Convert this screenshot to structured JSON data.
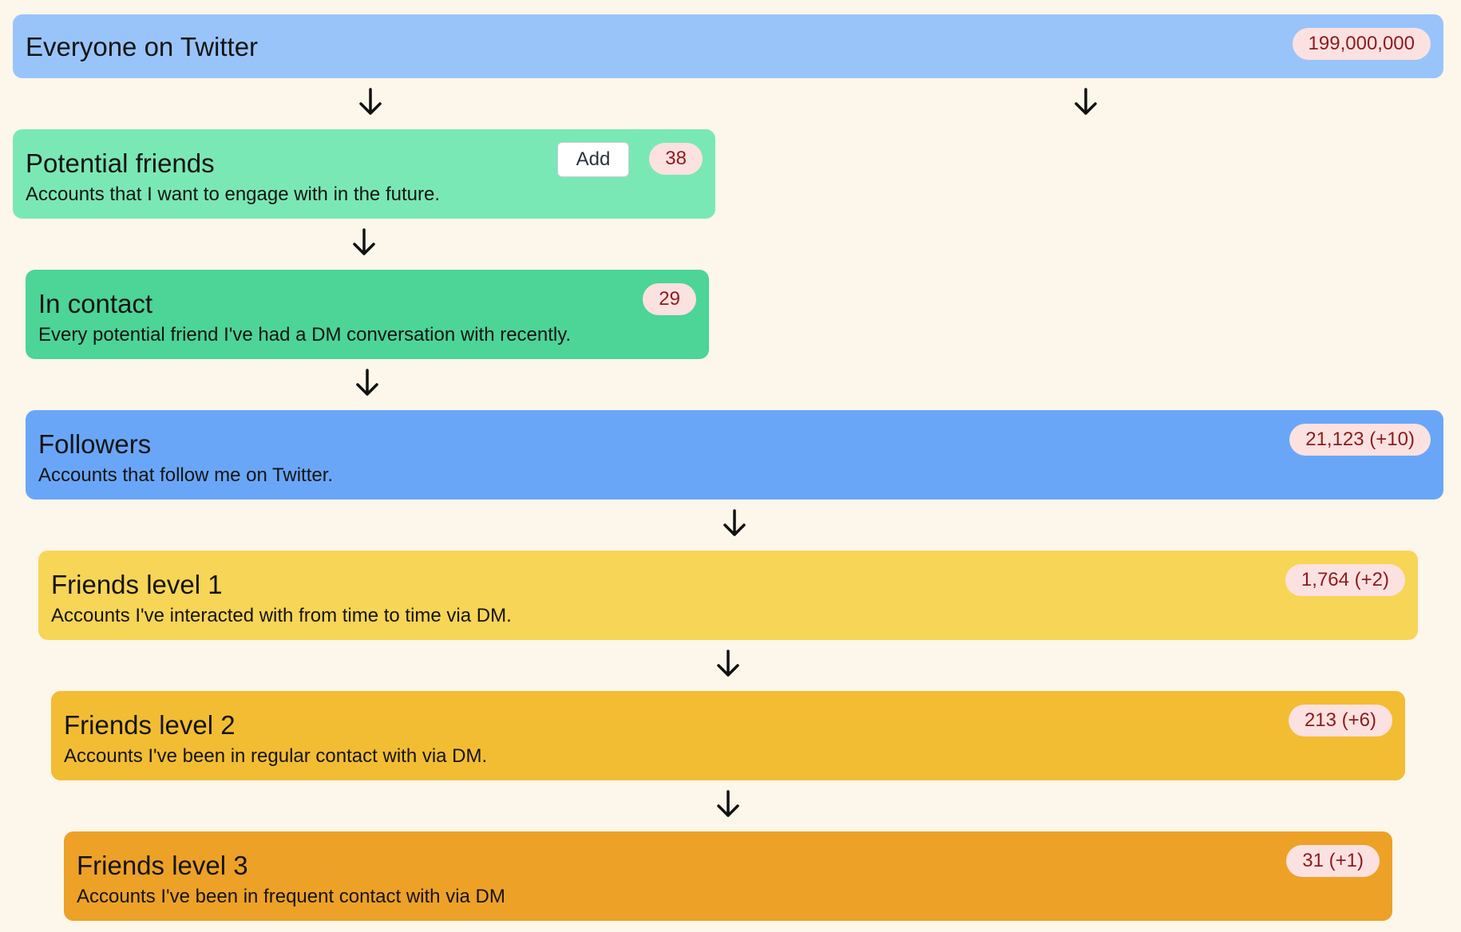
{
  "stages": {
    "everyone": {
      "title": "Everyone on Twitter",
      "count": "199,000,000",
      "color": "#99c4fa"
    },
    "potential_friends": {
      "title": "Potential friends",
      "description": "Accounts that I want to engage with in the future.",
      "count": "38",
      "add_label": "Add",
      "color": "#7ae8b5"
    },
    "in_contact": {
      "title": "In contact",
      "description": "Every potential friend I've had a DM conversation with recently.",
      "count": "29",
      "color": "#4dd497"
    },
    "followers": {
      "title": "Followers",
      "description": "Accounts that follow me on Twitter.",
      "count": "21,123 (+10)",
      "color": "#6aa6f7"
    },
    "friends_level_1": {
      "title": "Friends level 1",
      "description": "Accounts I've interacted with from time to time via DM.",
      "count": "1,764 (+2)",
      "color": "#f7d556"
    },
    "friends_level_2": {
      "title": "Friends level 2",
      "description": "Accounts I've been in regular contact with via DM.",
      "count": "213 (+6)",
      "color": "#f2bd32"
    },
    "friends_level_3": {
      "title": "Friends level 3",
      "description": "Accounts I've been in frequent contact with via DM",
      "count": "31 (+1)",
      "color": "#eda127"
    }
  },
  "badge_colors": {
    "background": "#fce1e1",
    "text": "#8a1c1c"
  },
  "arrow_icon": "arrow-down-icon"
}
